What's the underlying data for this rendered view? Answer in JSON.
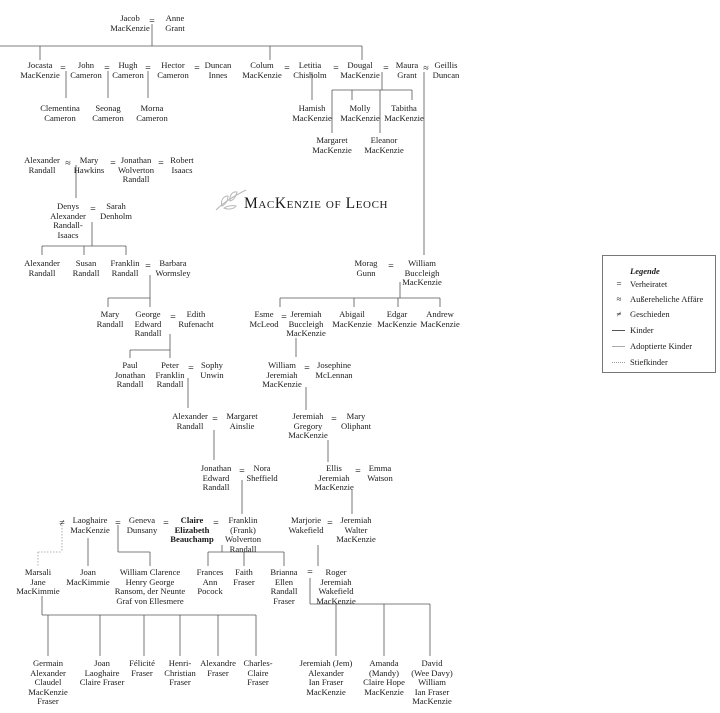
{
  "title": "MacKenzie of Leoch",
  "legend": {
    "title": "Legende",
    "items": [
      {
        "symbol": "=",
        "label": "Verheiratet"
      },
      {
        "symbol": "≈",
        "label": "Außereheliche Affäre"
      },
      {
        "symbol": "≠",
        "label": "Geschieden"
      },
      {
        "symbol": "line-solid",
        "label": "Kinder"
      },
      {
        "symbol": "line-gray",
        "label": "Adoptierte Kinder"
      },
      {
        "symbol": "line-dotted",
        "label": "Stiefkinder"
      }
    ]
  },
  "people": {
    "jacob": "Jacob\nMacKenzie",
    "anne": "Anne\nGrant",
    "jocasta": "Jocasta\nMacKenzie",
    "john": "John\nCameron",
    "hugh": "Hugh\nCameron",
    "hector": "Hector\nCameron",
    "duncan": "Duncan\nInnes",
    "colum": "Colum\nMacKenzie",
    "letitia": "Letitia\nChisholm",
    "dougal": "Dougal\nMacKenzie",
    "maura": "Maura\nGrant",
    "geillis": "Geillis\nDuncan",
    "clementina": "Clementina\nCameron",
    "seonag": "Seonag\nCameron",
    "morna": "Morna\nCameron",
    "hamish": "Hamish\nMacKenzie",
    "molly": "Molly\nMacKenzie",
    "tabitha": "Tabitha\nMacKenzie",
    "margaret_mk": "Margaret\nMacKenzie",
    "eleanor": "Eleanor\nMacKenzie",
    "alexander_r": "Alexander\nRandall",
    "mary_h": "Mary\nHawkins",
    "jonathan_w": "Jonathan\nWolverton\nRandall",
    "robert": "Robert\nIsaacs",
    "denys": "Denys\nAlexander\nRandall-\nIsaacs",
    "sarah": "Sarah\nDenholm",
    "alexander_r2": "Alexander\nRandall",
    "susan": "Susan\nRandall",
    "franklin_r": "Franklin\nRandall",
    "barbara": "Barbara\nWormsley",
    "mary_r": "Mary\nRandall",
    "george": "George\nEdward\nRandall",
    "edith": "Edith\nRufenacht",
    "paul": "Paul\nJonathan\nRandall",
    "peter": "Peter\nFranklin\nRandall",
    "sophy": "Sophy\nUnwin",
    "alexander_r3": "Alexander\nRandall",
    "margaret_a": "Margaret\nAinslie",
    "jonathan_e": "Jonathan\nEdward\nRandall",
    "nora": "Nora\nSheffield",
    "morag": "Morag\nGunn",
    "william_b": "William\nBuccleigh\nMacKenzie",
    "esme": "Esme\nMcLeod",
    "jeremiah_b": "Jeremiah\nBuccleigh\nMacKenzie",
    "abigail": "Abigail\nMacKenzie",
    "edgar": "Edgar\nMacKenzie",
    "andrew": "Andrew\nMacKenzie",
    "william_j": "William\nJeremiah\nMacKenzie",
    "josephine": "Josephine\nMcLennan",
    "jeremiah_g": "Jeremiah\nGregory\nMacKenzie",
    "mary_o": "Mary\nOliphant",
    "ellis": "Ellis\nJeremiah\nMacKenzie",
    "emma": "Emma\nWatson",
    "marjorie": "Marjorie\nWakefield",
    "jeremiah_w": "Jeremiah\nWalter\nMacKenzie",
    "laoghaire": "Laoghaire\nMacKenzie",
    "geneva": "Geneva\nDunsany",
    "claire": "Claire\nElizabeth\nBeauchamp",
    "frank": "Franklin\n(Frank)\nWolverton\nRandall",
    "marsali": "Marsali\nJane\nMacKimmie",
    "joan_m": "Joan\nMacKimmie",
    "william_c": "William Clarence\nHenry George\nRansom, der Neunte\nGraf von Ellesmere",
    "frances": "Frances\nAnn\nPocock",
    "faith": "Faith\nFraser",
    "brianna": "Brianna\nEllen\nRandall\nFraser",
    "roger": "Roger\nJeremiah\nWakefield\nMacKenzie",
    "germain": "Germain\nAlexander\nClaudel\nMacKenzie\nFraser",
    "joan_l": "Joan\nLaoghaire\nClaire Fraser",
    "felicite": "Félicité\nFraser",
    "henri": "Henri-\nChristian\nFraser",
    "alexandre": "Alexandre\nFraser",
    "charles": "Charles-\nClaire\nFraser",
    "jem": "Jeremiah (Jem)\nAlexander\nIan Fraser\nMacKenzie",
    "mandy": "Amanda\n(Mandy)\nClaire Hope\nMacKenzie",
    "david": "David\n(Wee Davy)\nWilliam\nIan Fraser\nMacKenzie"
  },
  "colors": {
    "text": "#1a1a1a",
    "line": "#555555",
    "adopted": "#9a9a9a",
    "legend_border": "#777777"
  }
}
